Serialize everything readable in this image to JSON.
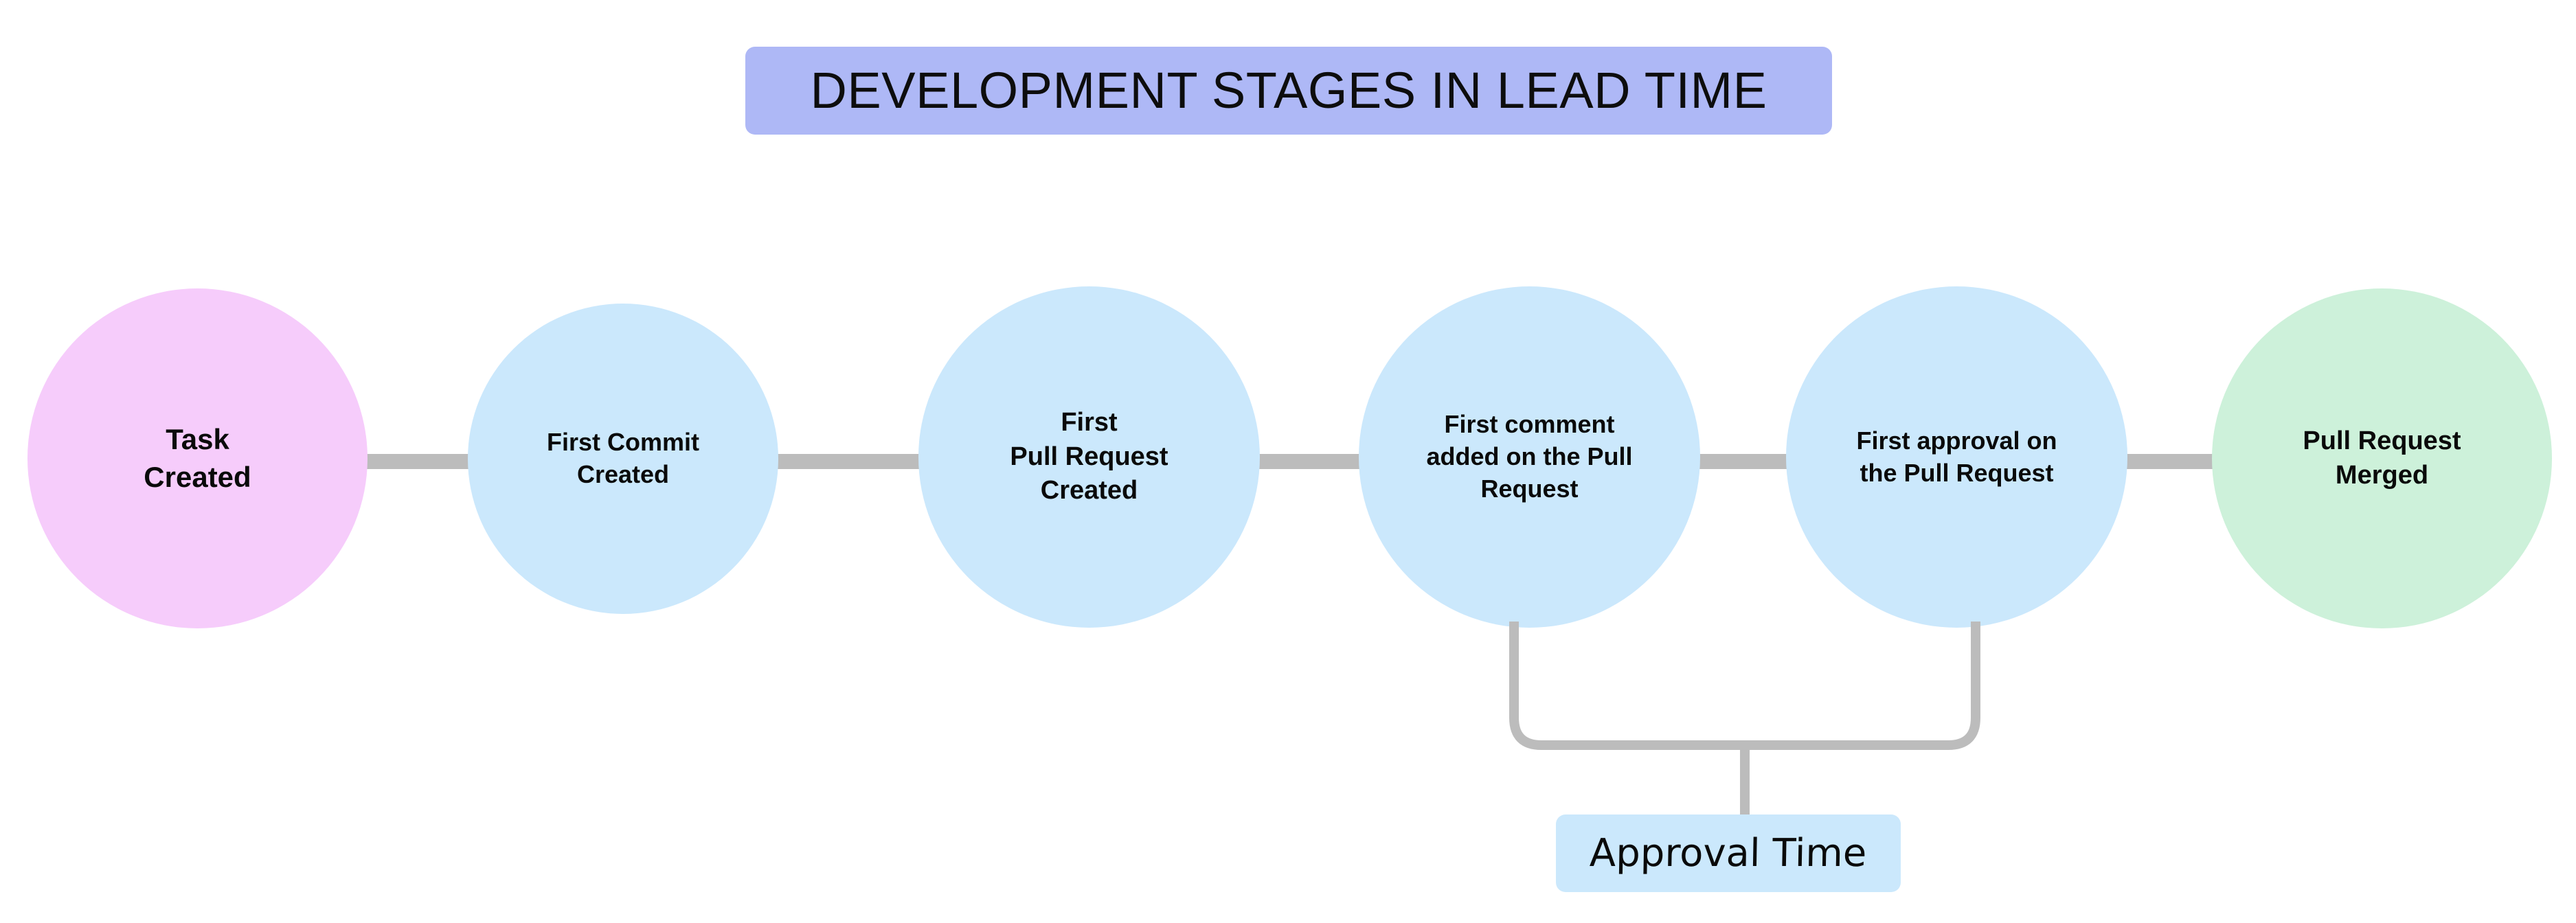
{
  "diagram": {
    "title": "DEVELOPMENT STAGES IN LEAD TIME",
    "type": "horizontal-timeline-flowchart",
    "background_color": "#ffffff",
    "title_band_color": "#aeb8f6",
    "connector_color": "#bcbcbc",
    "stages": [
      {
        "id": "task-created",
        "label": "Task\nCreated",
        "color": "#f6ccfb",
        "shape": "circle",
        "order": 1
      },
      {
        "id": "first-commit-created",
        "label": "First Commit\nCreated",
        "color": "#cbe8fc",
        "shape": "circle",
        "order": 2
      },
      {
        "id": "first-pull-request-created",
        "label": "First\nPull Request\nCreated",
        "color": "#cbe8fc",
        "shape": "circle",
        "order": 3
      },
      {
        "id": "first-comment-added",
        "label": "First comment\nadded on the Pull\nRequest",
        "color": "#cbe8fc",
        "shape": "circle",
        "order": 4
      },
      {
        "id": "first-approval",
        "label": "First approval on\nthe Pull Request",
        "color": "#cbe8fc",
        "shape": "circle",
        "order": 5
      },
      {
        "id": "pull-request-merged",
        "label": "Pull Request\nMerged",
        "color": "#cdf1da",
        "shape": "circle",
        "order": 6
      }
    ],
    "annotations": [
      {
        "id": "approval-time",
        "label": "Approval Time",
        "box_color": "#cbe8fc",
        "spans_from": "first-comment-added",
        "spans_to": "first-approval",
        "bracket_color": "#bcbcbc"
      }
    ]
  }
}
